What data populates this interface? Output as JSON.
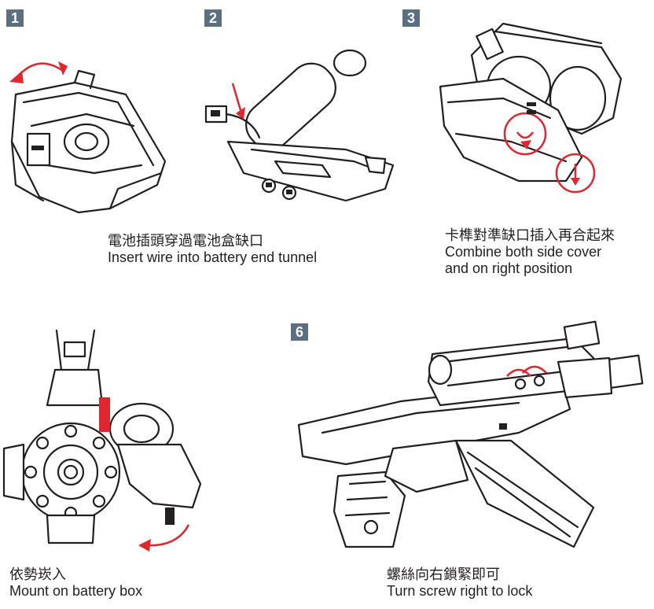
{
  "steps": [
    {
      "number": "1"
    },
    {
      "number": "2"
    },
    {
      "number": "3"
    },
    {
      "number": "6"
    }
  ],
  "captions": {
    "step2": {
      "zh": "電池插頭穿過電池盒缺口",
      "en": "Insert wire into battery end tunnel"
    },
    "step3": {
      "zh": "卡榫對準缺口插入再合起來",
      "en1": "Combine both side cover",
      "en2": "and on right position"
    },
    "step5": {
      "zh": "依勢崁入",
      "en": "Mount on battery box"
    },
    "step6": {
      "zh": "螺絲向右鎖緊即可",
      "en": "Turn screw right to lock"
    }
  },
  "colors": {
    "badge": "#5b6f80",
    "arrow": "#e0262f",
    "line": "#231f20"
  }
}
